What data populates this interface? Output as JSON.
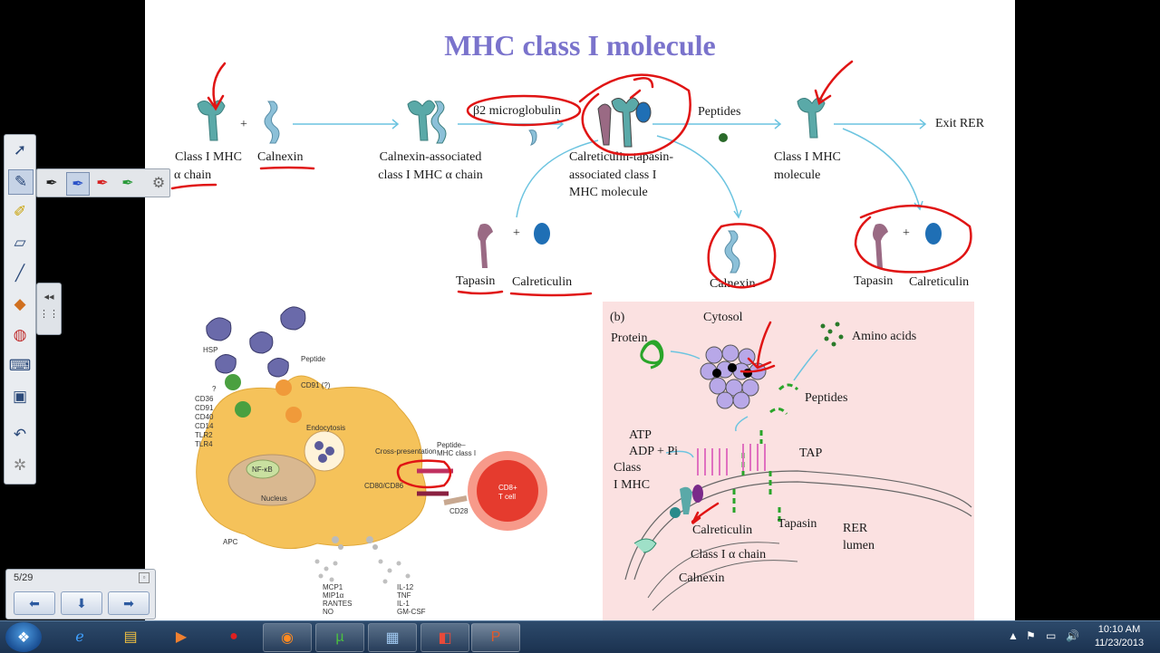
{
  "slide": {
    "title": "MHC class I molecule",
    "top_diagram": {
      "class1_alpha_chain_line1": "Class I MHC",
      "class1_alpha_chain_line2": "α chain",
      "plus": "+",
      "calnexin": "Calnexin",
      "calnexin_assoc_line1": "Calnexin-associated",
      "calnexin_assoc_line2": "class I MHC α chain",
      "b2_microglobulin": "β2 microglobulin",
      "peptides": "Peptides",
      "calreticulin_assoc_line1": "Calreticulin-tapasin-",
      "calreticulin_assoc_line2": "associated class I",
      "calreticulin_assoc_line3": "MHC molecule",
      "class1_molecule_line1": "Class I MHC",
      "class1_molecule_line2": "molecule",
      "exit_rer": "Exit RER",
      "tapasin": "Tapasin",
      "calreticulin": "Calreticulin",
      "calnexin_released": "Calnexin",
      "tapasin_released": "Tapasin",
      "calreticulin_released": "Calreticulin"
    },
    "apc_diagram": {
      "hsp": "HSP",
      "peptide": "Peptide",
      "cd91": "CD91 (?)",
      "question": "?",
      "receptors": [
        "CD36",
        "CD91",
        "CD40",
        "CD14",
        "TLR2",
        "TLR4"
      ],
      "endocytosis": "Endocytosis",
      "cross_presentation": "Cross-presentation",
      "peptide_mhc_line1": "Peptide–",
      "peptide_mhc_line2": "MHC class I",
      "nfkb": "NF-κB",
      "nucleus": "Nucleus",
      "cd80_cd86": "CD80/CD86",
      "cd28": "CD28",
      "cd8_line1": "CD8+",
      "cd8_line2": "T cell",
      "apc": "APC",
      "chemokines": [
        "MCP1",
        "MIP1α",
        "RANTES",
        "NO"
      ],
      "cytokines": [
        "IL-12",
        "TNF",
        "IL-1",
        "GM-CSF"
      ]
    },
    "panel_b": {
      "label": "(b)",
      "cytosol": "Cytosol",
      "protein": "Protein",
      "amino_acids": "Amino acids",
      "peptides": "Peptides",
      "atp": "ATP",
      "adp_pi": "ADP + Pi",
      "tap": "TAP",
      "class1_mhc_line1": "Class",
      "class1_mhc_line2": "I MHC",
      "calreticulin": "Calreticulin",
      "tapasin": "Tapasin",
      "class1_alpha": "Class I α chain",
      "calnexin": "Calnexin",
      "rer_line1": "RER",
      "rer_line2": "lumen"
    }
  },
  "pen_toolbar": {
    "icons": [
      "select-arrow-icon",
      "pen-icon",
      "highlighter-icon",
      "eraser-icon",
      "line-icon",
      "shapes-icon",
      "fill-icon",
      "keyboard-icon",
      "screen-capture-icon",
      "undo-icon",
      "settings-icon"
    ],
    "pen_colors": [
      "#222222",
      "#2a52c8",
      "#d62020",
      "#2a9a3a"
    ]
  },
  "page_nav": {
    "page": "5/29"
  },
  "taskbar": {
    "apps": [
      "internet-explorer",
      "file-explorer",
      "media-player",
      "red-app",
      "firefox",
      "utorrent",
      "document-app",
      "paint-app",
      "powerpoint"
    ],
    "time": "10:10 AM",
    "date": "11/23/2013"
  },
  "colors": {
    "title": "#7a73cc",
    "annotation_red": "#e01414",
    "mhc_teal": "#5aa9a8",
    "calreticulin_blue": "#1f6fb5",
    "tapasin_mauve": "#9a6a84"
  }
}
